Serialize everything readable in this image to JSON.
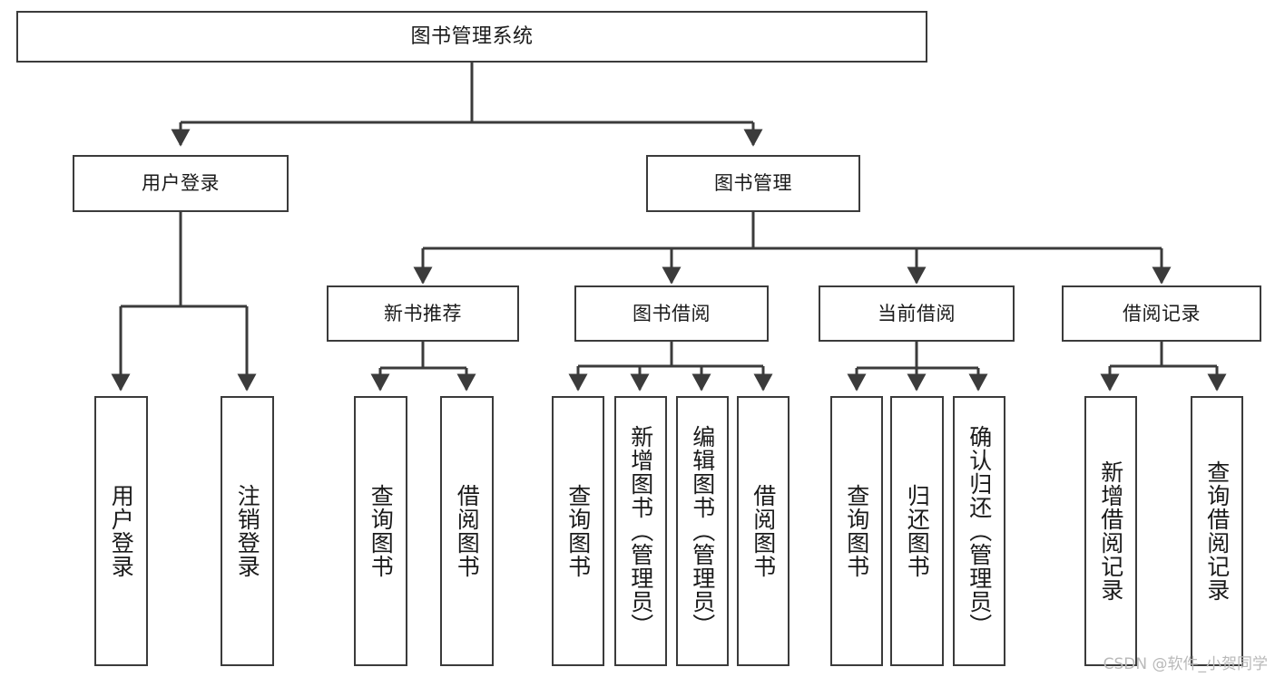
{
  "diagram": {
    "title": "图书管理系统",
    "type": "tree-hierarchy",
    "watermark": "CSDN @软件_小贺同学",
    "colors": {
      "box_border": "#3b3b3b",
      "box_fill": "#ffffff",
      "connector": "#3b3b3b",
      "text": "#1a1a1a",
      "watermark": "#b9b9b9",
      "background": "#ffffff"
    },
    "nodes": {
      "root": {
        "label": "图书管理系统"
      },
      "level2": [
        {
          "id": "user-login",
          "label": "用户登录"
        },
        {
          "id": "book-management",
          "label": "图书管理"
        }
      ],
      "level3": [
        {
          "id": "new-book-recommend",
          "label": "新书推荐"
        },
        {
          "id": "book-borrow",
          "label": "图书借阅"
        },
        {
          "id": "current-borrow",
          "label": "当前借阅"
        },
        {
          "id": "borrow-record",
          "label": "借阅记录"
        }
      ],
      "leaves": {
        "user_login": [
          {
            "id": "leaf-user-login",
            "label": "用户登录"
          },
          {
            "id": "leaf-logout-login",
            "label": "注销登录"
          }
        ],
        "new_book_recommend": [
          {
            "id": "leaf-query-book-1",
            "label": "查询图书"
          },
          {
            "id": "leaf-borrow-book-1",
            "label": "借阅图书"
          }
        ],
        "book_borrow": [
          {
            "id": "leaf-query-book-2",
            "label": "查询图书"
          },
          {
            "id": "leaf-add-book",
            "label": "新增图书（管理员）"
          },
          {
            "id": "leaf-edit-book",
            "label": "编辑图书（管理员）"
          },
          {
            "id": "leaf-borrow-book-2",
            "label": "借阅图书"
          }
        ],
        "current_borrow": [
          {
            "id": "leaf-query-book-3",
            "label": "查询图书"
          },
          {
            "id": "leaf-return-book",
            "label": "归还图书"
          },
          {
            "id": "leaf-confirm-return",
            "label": "确认归还（管理员）"
          }
        ],
        "borrow_record": [
          {
            "id": "leaf-add-record",
            "label": "新增借阅记录"
          },
          {
            "id": "leaf-query-record",
            "label": "查询借阅记录"
          }
        ]
      }
    }
  }
}
